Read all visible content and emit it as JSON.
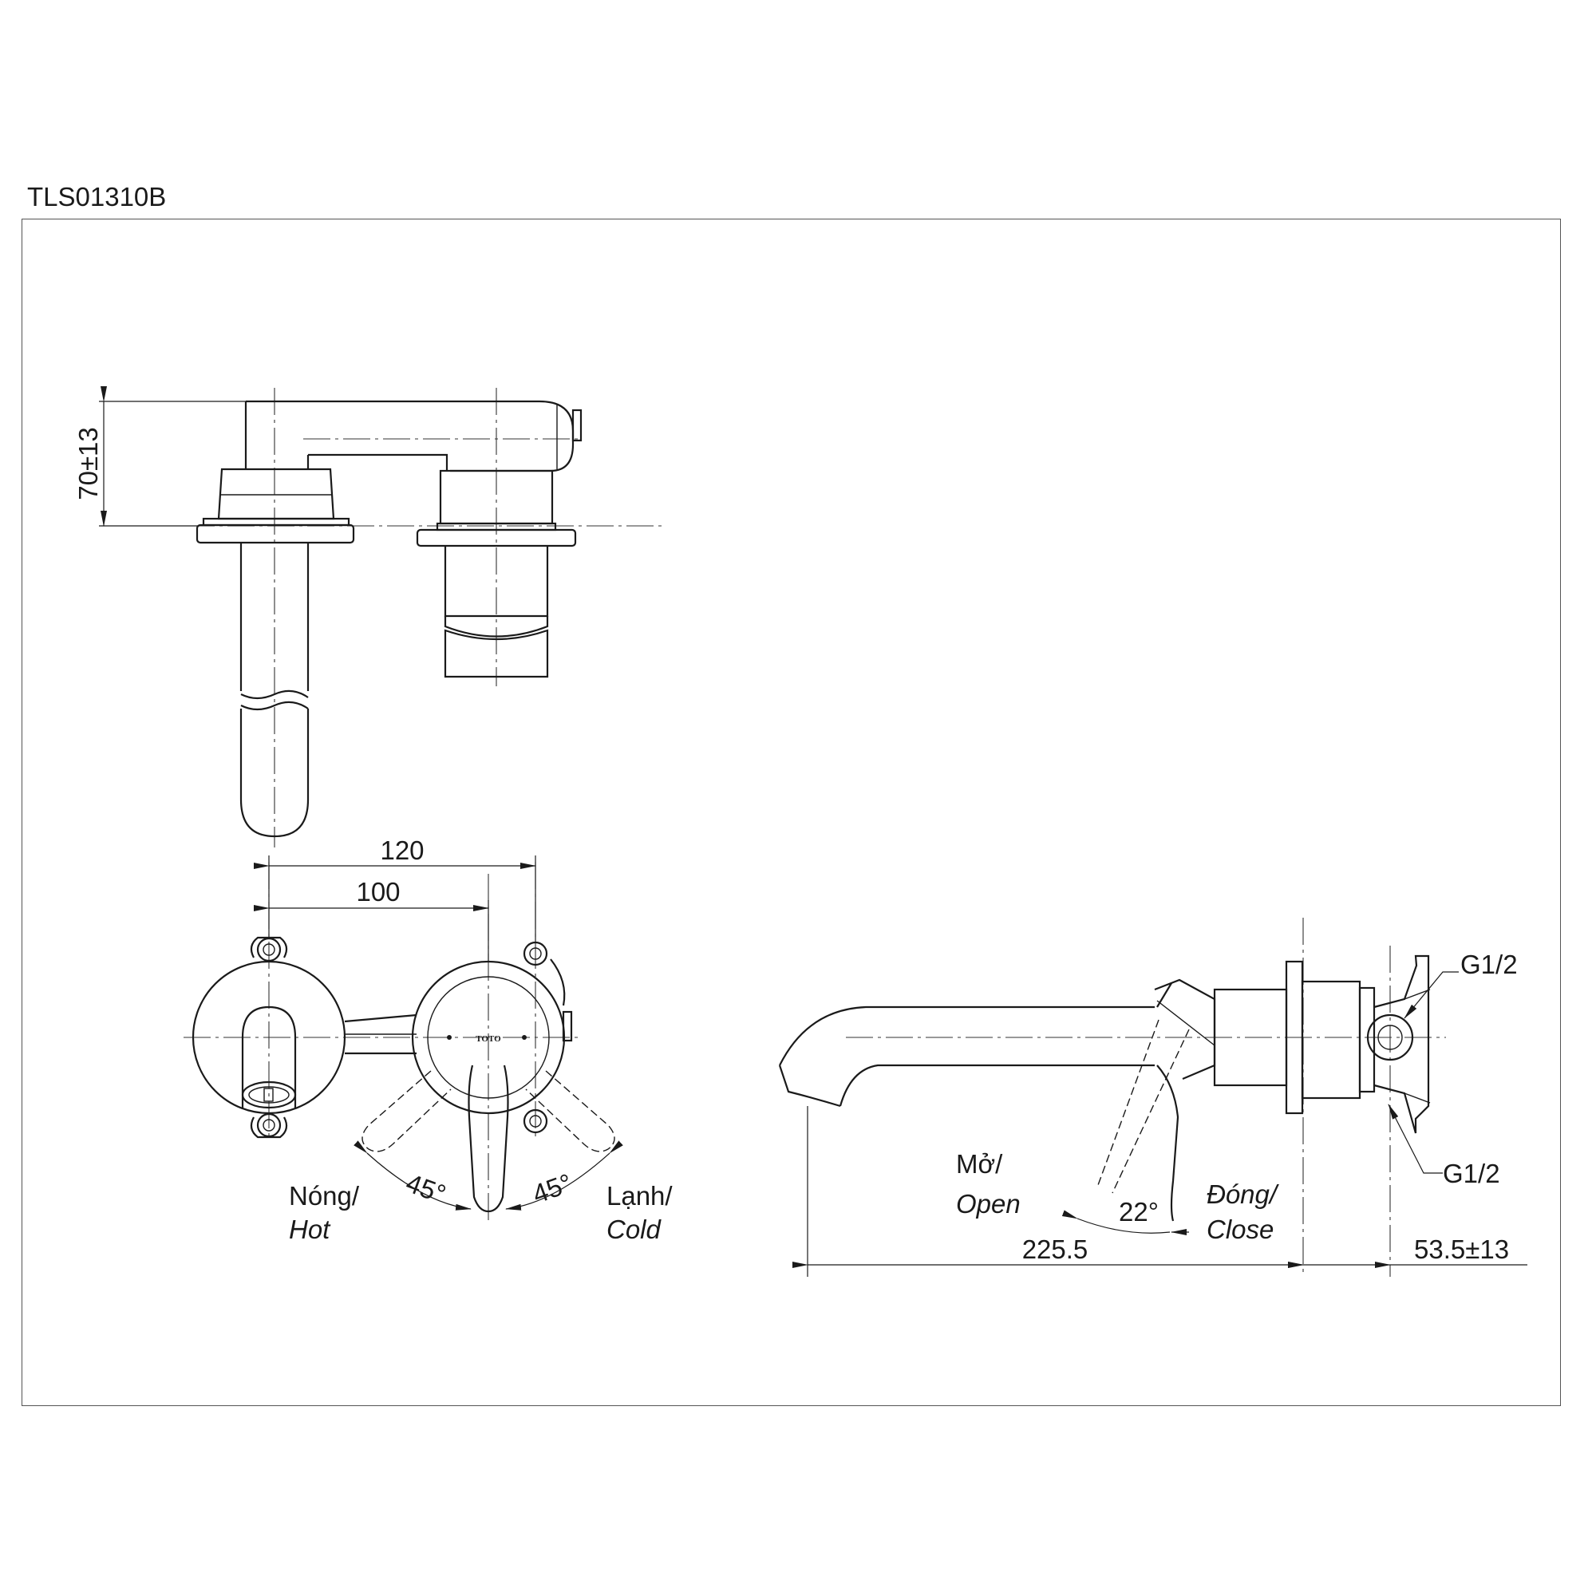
{
  "model": "TLS01310B",
  "brand_mark": "TOTO",
  "dimensions": {
    "height_range": "70±13",
    "width_outer": "120",
    "width_inner": "100",
    "spout_length": "225.5",
    "wall_depth": "53.5±13",
    "angle_hot": "45°",
    "angle_cold": "45°",
    "angle_open": "22°"
  },
  "labels": {
    "hot_vi": "Nóng/",
    "hot_en": "Hot",
    "cold_vi": "Lạnh/",
    "cold_en": "Cold",
    "open_vi": "Mở/",
    "open_en": "Open",
    "close_vi": "Đóng/",
    "close_en": "Close",
    "thread_top": "G1/2",
    "thread_bottom": "G1/2"
  }
}
